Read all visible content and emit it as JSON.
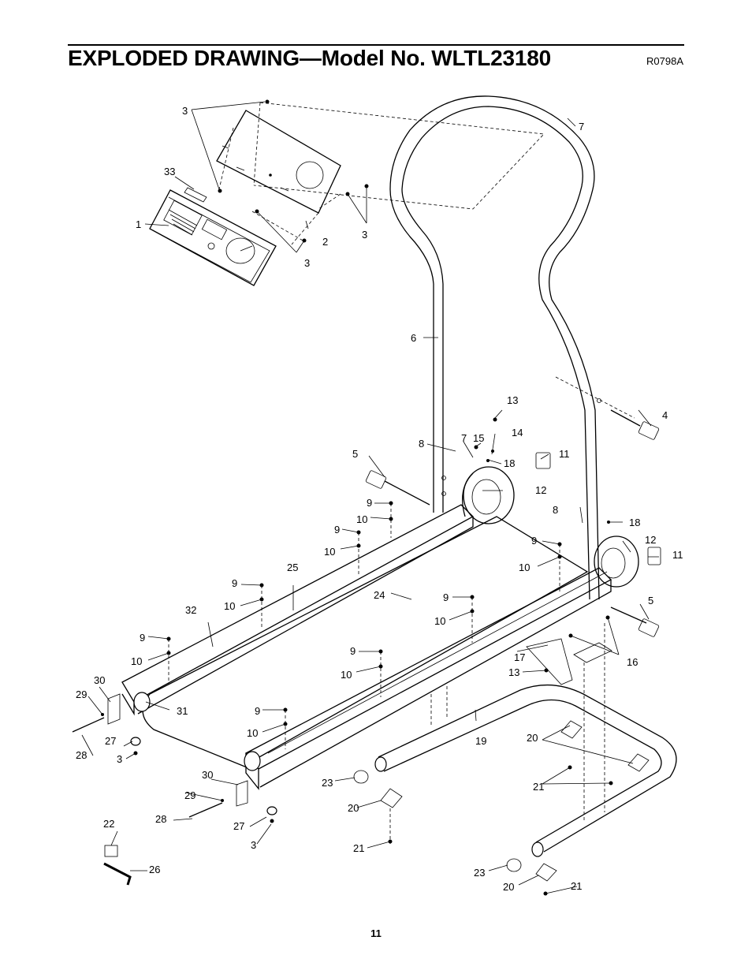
{
  "header": {
    "title": "EXPLODED DRAWING—Model No. WLTL23180",
    "drawing_code": "R0798A"
  },
  "footer": {
    "page_number": "11"
  },
  "part_callouts": {
    "p1": "1",
    "p2": "2",
    "p3a": "3",
    "p3b": "3",
    "p3c": "3",
    "p3d": "3",
    "p3e": "3",
    "p4": "4",
    "p5a": "5",
    "p5b": "5",
    "p6": "6",
    "p7a": "7",
    "p7b": "7",
    "p8a": "8",
    "p8b": "8",
    "p9a": "9",
    "p9b": "9",
    "p9c": "9",
    "p9d": "9",
    "p9e": "9",
    "p9f": "9",
    "p9g": "9",
    "p9h": "9",
    "p10a": "10",
    "p10b": "10",
    "p10c": "10",
    "p10d": "10",
    "p10e": "10",
    "p10f": "10",
    "p10g": "10",
    "p10h": "10",
    "p11a": "11",
    "p11b": "11",
    "p12a": "12",
    "p12b": "12",
    "p13a": "13",
    "p13b": "13",
    "p14": "14",
    "p15": "15",
    "p16": "16",
    "p17": "17",
    "p18a": "18",
    "p18b": "18",
    "p19": "19",
    "p20a": "20",
    "p20b": "20",
    "p20c": "20",
    "p21a": "21",
    "p21b": "21",
    "p21c": "21",
    "p22": "22",
    "p23a": "23",
    "p23b": "23",
    "p24": "24",
    "p25": "25",
    "p26": "26",
    "p27a": "27",
    "p27b": "27",
    "p28a": "28",
    "p28b": "28",
    "p29a": "29",
    "p29b": "29",
    "p30a": "30",
    "p30b": "30",
    "p31": "31",
    "p32": "32",
    "p33": "33"
  }
}
